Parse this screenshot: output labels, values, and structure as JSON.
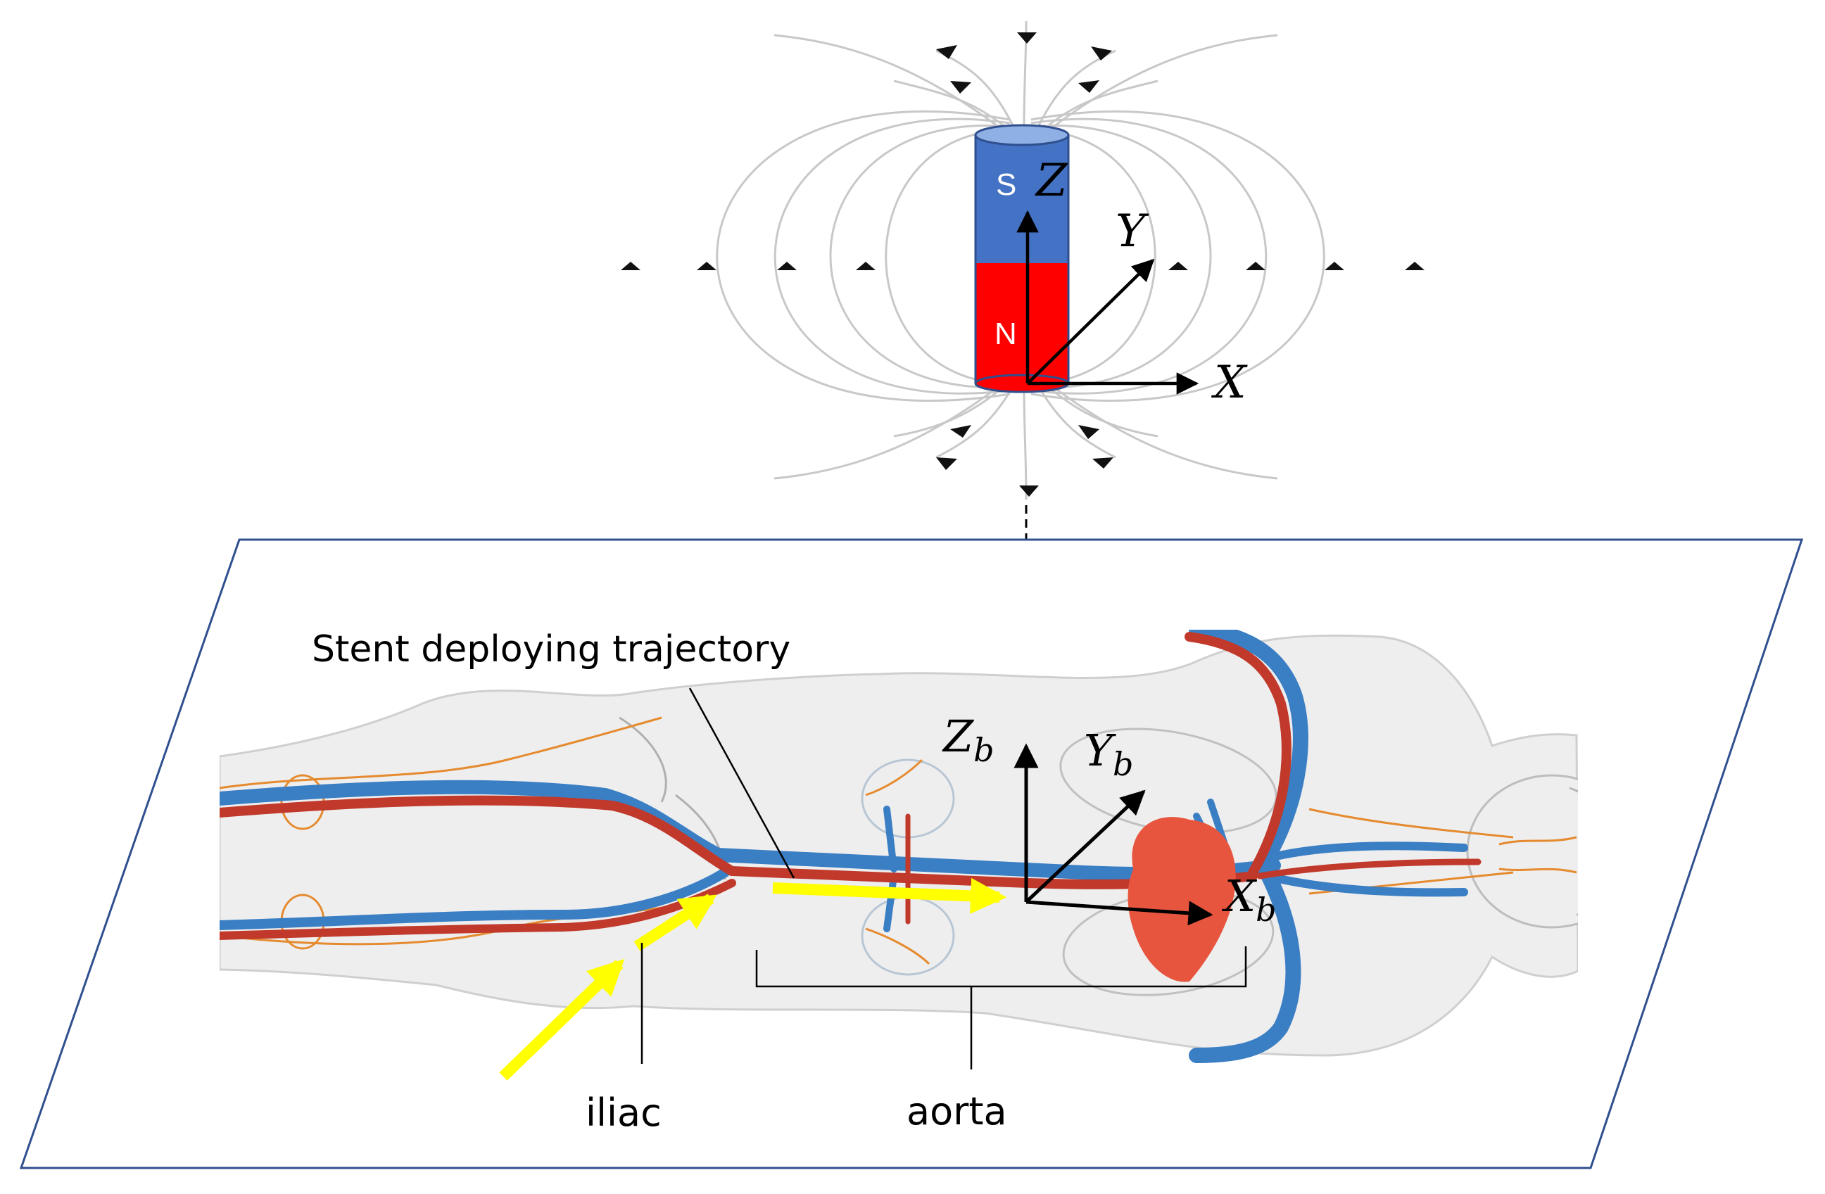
{
  "magnet": {
    "south_label": "S",
    "north_label": "N",
    "south_color": "#4472c4",
    "north_color": "#ff0000",
    "axes": {
      "x": "X",
      "y": "Y",
      "z": "Z"
    }
  },
  "body_frame": {
    "x": "X",
    "y": "Y",
    "z": "Z",
    "subscript": "b"
  },
  "labels": {
    "trajectory": "Stent deploying trajectory",
    "iliac": "iliac",
    "aorta": "aorta"
  },
  "colors": {
    "artery": "#c0392b",
    "vein": "#3a7ec4",
    "nerve": "#e58a2e",
    "heart": "#e8553e",
    "trajectory_arrow": "#ffff00",
    "plane_border": "#2f4f8f",
    "field_line": "#c8c8c8"
  },
  "icons": [
    "magnet-icon",
    "field-arrow-icon",
    "body-anatomy-icon",
    "heart-icon",
    "trajectory-arrow-icon"
  ]
}
